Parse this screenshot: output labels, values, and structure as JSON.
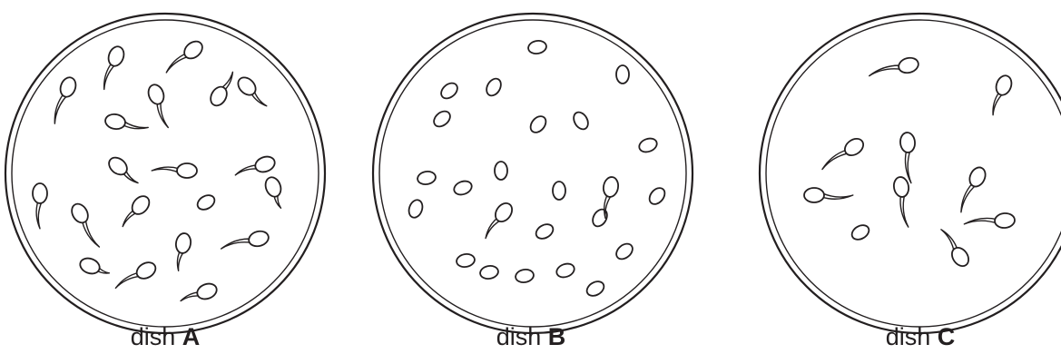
{
  "dishes": [
    {
      "word": "dish",
      "letter": "A",
      "germinated_seeds": 19,
      "ungerminated_seeds": 1
    },
    {
      "word": "dish",
      "letter": "B",
      "germinated_seeds": 2,
      "ungerminated_seeds": 22
    },
    {
      "word": "dish",
      "letter": "C",
      "germinated_seeds": 9,
      "ungerminated_seeds": 1
    }
  ],
  "colors": {
    "line": "#231f20",
    "background": "#ffffff"
  }
}
